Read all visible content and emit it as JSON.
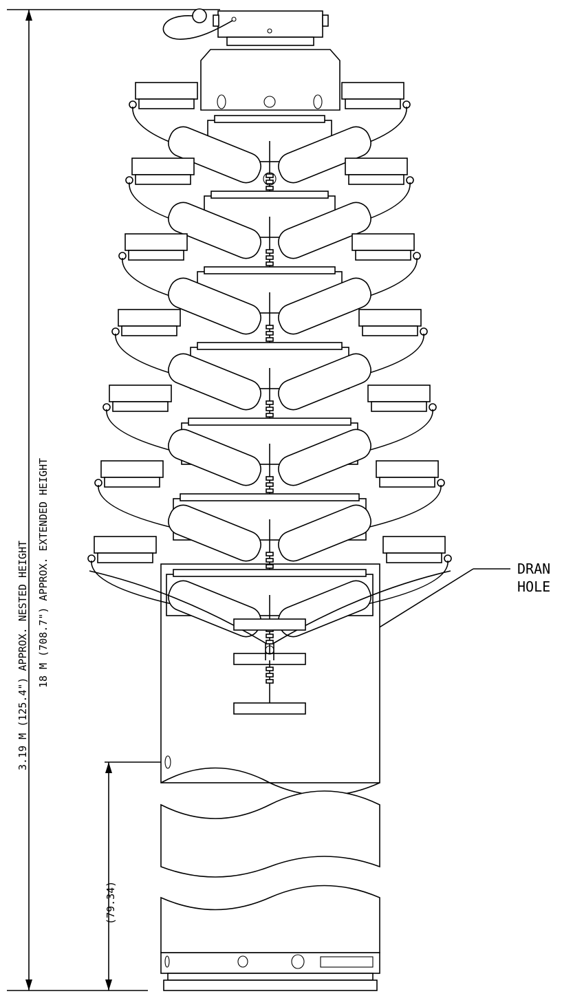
{
  "dimensions": {
    "nested_height": "3.19 M (125.4\") APPROX. NESTED HEIGHT",
    "extended_height": "18 M (708.7\") APPROX. EXTENDED HEIGHT",
    "drain_offset": "(79.34)"
  },
  "callouts": {
    "drain_line1": "DRAN",
    "drain_line2": "HOLE"
  }
}
